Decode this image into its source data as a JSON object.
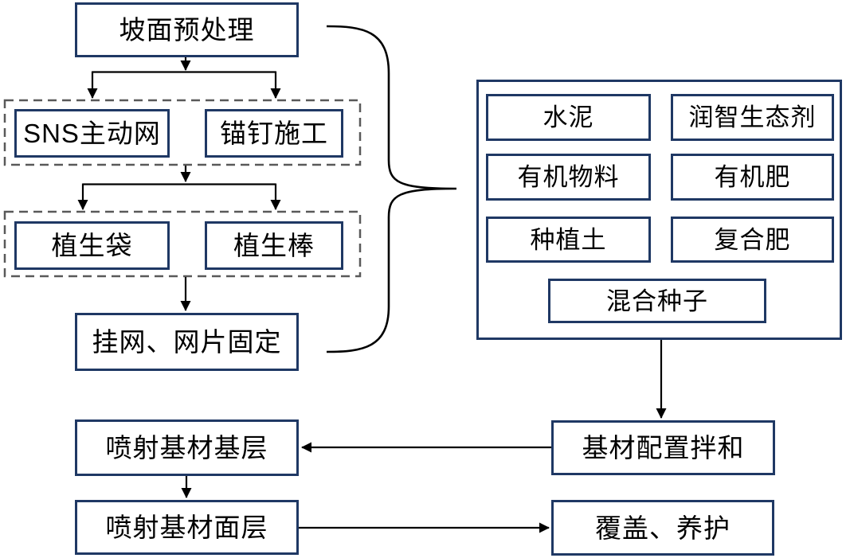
{
  "diagram": {
    "type": "flowchart",
    "language": "zh-CN",
    "nodes": {
      "slope_pretreatment": "坡面预处理",
      "sns_net": "SNS主动网",
      "anchor_bolt": "锚钉施工",
      "veg_bag": "植生袋",
      "veg_rod": "植生棒",
      "hang_net": "挂网、网片固定",
      "cement": "水泥",
      "runzhi_eco_agent": "润智生态剂",
      "organic_material": "有机物料",
      "organic_fertilizer": "有机肥",
      "planting_soil": "种植土",
      "compound_fertilizer": "复合肥",
      "mixed_seeds": "混合种子",
      "substrate_mixing": "基材配置拌和",
      "spray_substrate_base_layer": "喷射基材基层",
      "spray_substrate_surface_layer": "喷射基材面层",
      "cover_maintenance": "覆盖、养护"
    },
    "edges": [
      {
        "from": "slope_pretreatment",
        "to": "sns_net"
      },
      {
        "from": "slope_pretreatment",
        "to": "anchor_bolt"
      },
      {
        "from": "sns_anchor_group",
        "to": "veg_bag"
      },
      {
        "from": "sns_anchor_group",
        "to": "veg_rod"
      },
      {
        "from": "veg_group",
        "to": "hang_net"
      },
      {
        "from": "left_flow_brace",
        "to": "materials_container"
      },
      {
        "from": "materials_container",
        "to": "substrate_mixing"
      },
      {
        "from": "substrate_mixing",
        "to": "spray_substrate_base_layer"
      },
      {
        "from": "spray_substrate_base_layer",
        "to": "spray_substrate_surface_layer"
      },
      {
        "from": "spray_substrate_surface_layer",
        "to": "cover_maintenance"
      }
    ],
    "colors": {
      "box_border": "#1f3864",
      "dashed_border": "#595959",
      "line": "#000000",
      "text": "#000000",
      "background": "#ffffff"
    }
  }
}
